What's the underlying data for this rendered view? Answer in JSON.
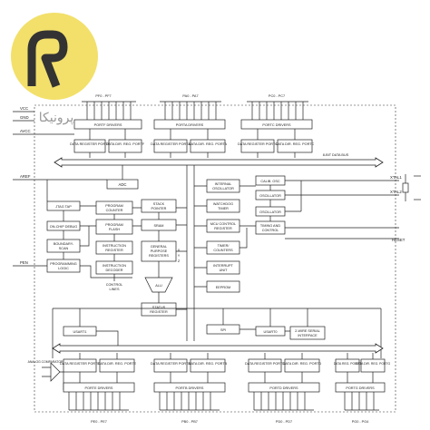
{
  "logo": {
    "text": "پرونیکا",
    "primary_color": "#F2E06A",
    "secondary_color": "#333333"
  },
  "ports_top": [
    {
      "pins": "PF0 - PF7",
      "drivers": "PORTF DRIVERS",
      "reg": "DATA REGISTER PORTF",
      "dir": "DATA DIR. REG. PORTF"
    },
    {
      "pins": "PA0 - PA7",
      "drivers": "PORTA DRIVERS",
      "reg": "DATA REGISTER PORTA",
      "dir": "DATA DIR. REG. PORTA"
    },
    {
      "pins": "PC0 - PC7",
      "drivers": "PORTC DRIVERS",
      "reg": "DATA REGISTER PORTC",
      "dir": "DATA DIR. REG. PORTC"
    }
  ],
  "ports_bottom": [
    {
      "pins": "PE0 - PE7",
      "drivers": "PORTE DRIVERS",
      "reg": "DATA REGISTER PORTE",
      "dir": "DATA DIR. REG. PORTE"
    },
    {
      "pins": "PB0 - PB7",
      "drivers": "PORTB DRIVERS",
      "reg": "DATA REGISTER PORTB",
      "dir": "DATA DIR. REG. PORTB"
    },
    {
      "pins": "PD0 - PD7",
      "drivers": "PORTD DRIVERS",
      "reg": "DATA REGISTER PORTD",
      "dir": "DATA DIR. REG. PORTD"
    },
    {
      "pins": "PG0 - PG4",
      "drivers": "PORTG DRIVERS",
      "reg": "DATA REG. PORTG",
      "dir": "DATA DIR. REG. PORTG"
    }
  ],
  "pins_left": {
    "vcc": "VCC",
    "gnd": "GND",
    "avcc": "AVCC",
    "aref": "AREF",
    "pen": "PEN",
    "analog": "ANALOG COMPARATOR"
  },
  "pins_right": {
    "xtal1": "XTAL1",
    "xtal2": "XTAL2",
    "reset": "RESET"
  },
  "bus_label": "8-BIT DATA BUS",
  "blocks": {
    "adc": "ADC",
    "jtag": "JTAG TAP",
    "debug": "ON-CHIP DEBUG",
    "boundary": [
      "BOUNDARY-",
      "SCAN"
    ],
    "prog_logic": [
      "PROGRAMMING",
      "LOGIC"
    ],
    "pc": [
      "PROGRAM",
      "COUNTER"
    ],
    "flash": [
      "PROGRAM",
      "FLASH"
    ],
    "ir": [
      "INSTRUCTION",
      "REGISTER"
    ],
    "id": [
      "INSTRUCTION",
      "DECODER"
    ],
    "ctrl": [
      "CONTROL",
      "LINES"
    ],
    "sp": [
      "STACK",
      "POINTER"
    ],
    "sram": "SRAM",
    "gpr": [
      "GENERAL",
      "PURPOSE",
      "REGISTERS"
    ],
    "alu": "ALU",
    "status": [
      "STATUS",
      "REGISTER"
    ],
    "int_osc": [
      "INTERNAL",
      "OSCILLATOR"
    ],
    "wdt": [
      "WATCHDOG",
      "TIMER"
    ],
    "mcu": [
      "MCU CONTROL",
      "REGISTER"
    ],
    "timers": [
      "TIMER/",
      "COUNTERS"
    ],
    "int": [
      "INTERRUPT",
      "UNIT"
    ],
    "eeprom": "EEPROM",
    "calib": "CALIB. OSC",
    "osc1": "OSCILLATOR",
    "osc2": "OSCILLATOR",
    "timing": [
      "TIMING AND",
      "CONTROL"
    ],
    "usart1": "USART1",
    "spi": "SPI",
    "usart0": "USART0",
    "twi": [
      "2-WIRE SERIAL",
      "INTERFACE"
    ],
    "x": "X",
    "y": "Y",
    "z": "Z"
  }
}
